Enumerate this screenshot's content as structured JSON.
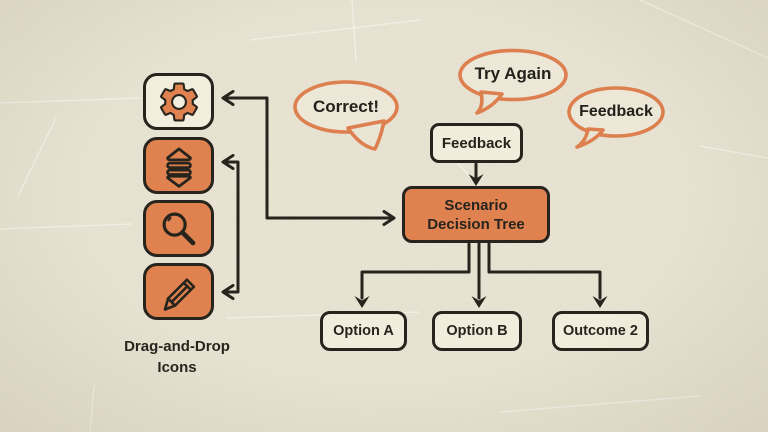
{
  "colors": {
    "background": "#e9e4d3",
    "orange": "#e0824f",
    "bubble_outline": "#dd7f4e",
    "ink": "#26241d",
    "cream_box": "#f1ecdb"
  },
  "icon_panel": {
    "caption": {
      "line1": "Drag-and-Drop",
      "line2": "Icons"
    },
    "tiles": [
      {
        "icon": "gear-icon",
        "style": "light"
      },
      {
        "icon": "layers-icon",
        "style": "orange"
      },
      {
        "icon": "magnifier-icon",
        "style": "orange"
      },
      {
        "icon": "pencil-icon",
        "style": "orange"
      }
    ]
  },
  "speech_bubbles": [
    {
      "label": "Correct!"
    },
    {
      "label": "Try Again"
    },
    {
      "label": "Feedback"
    }
  ],
  "flow": {
    "feedback_label": "Feedback",
    "root": {
      "line1": "Scenario",
      "line2": "Decision Tree"
    },
    "leaf_labels": [
      "Option A",
      "Option B",
      "Outcome 2"
    ]
  }
}
